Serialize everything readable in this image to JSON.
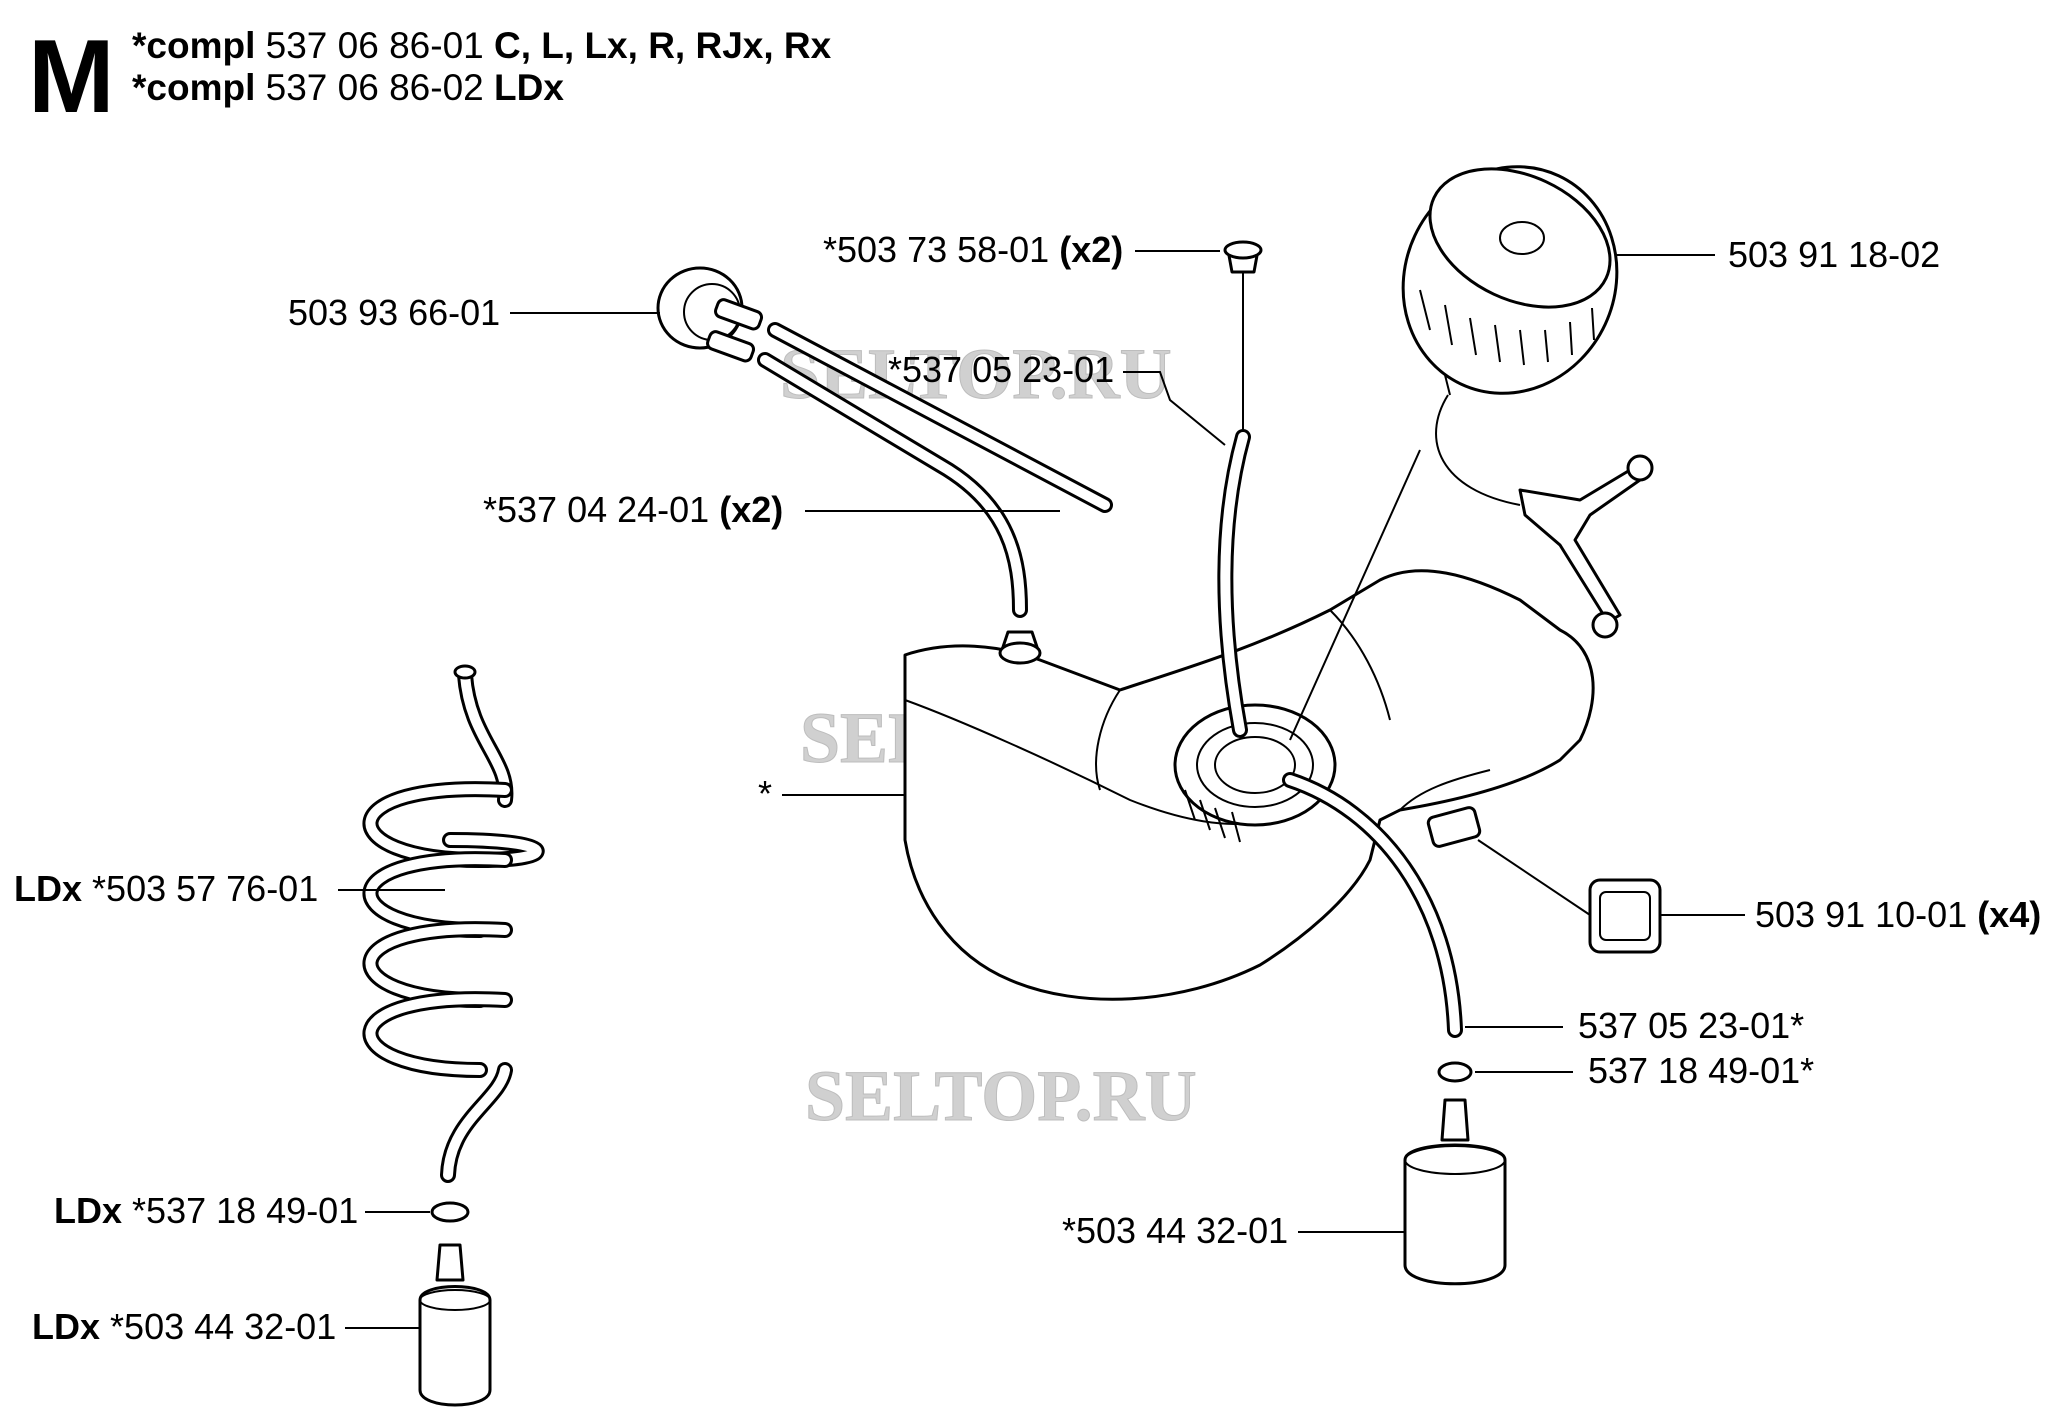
{
  "section": {
    "letter": "M"
  },
  "header": {
    "line1": {
      "prefix": "*compl",
      "number": "537 06 86-01",
      "models": "C, L, Lx, R, RJx, Rx"
    },
    "line2": {
      "prefix": "*compl",
      "number": "537 06 86-02",
      "models": "LDx"
    }
  },
  "watermark": "SELTOP.RU",
  "labels": {
    "valve_seal": {
      "number": "*503 73 58-01",
      "qty": "(x2)"
    },
    "fuel_cap": {
      "number": "503 91 18-02"
    },
    "primer": {
      "number": "503 93 66-01"
    },
    "return_hose": {
      "number": "*537 05 23-01"
    },
    "primer_hoses": {
      "number": "*537 04 24-01",
      "qty": "(x2)"
    },
    "tank": {
      "number": "*"
    },
    "rubber_mount": {
      "number": "503 91 10-01",
      "qty": "(x4)"
    },
    "fuel_hose": {
      "number": "537 05 23-01*"
    },
    "washer": {
      "number": "537 18 49-01*"
    },
    "filter": {
      "number": "*503 44 32-01"
    },
    "ldx_coil_hose": {
      "prefix": "LDx",
      "number": "*503 57 76-01"
    },
    "ldx_washer": {
      "prefix": "LDx",
      "number": "*537 18 49-01"
    },
    "ldx_filter": {
      "prefix": "LDx",
      "number": "*503 44 32-01"
    }
  }
}
